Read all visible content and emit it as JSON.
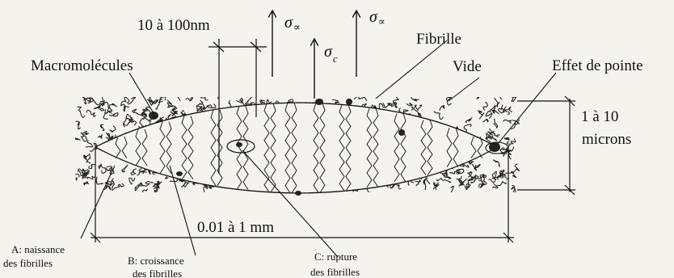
{
  "labels": {
    "gap": "10 à 100nm",
    "sigma_inf_1": "σ",
    "sigma_inf_1_sub": "∝",
    "sigma_inf_2": "σ",
    "sigma_inf_2_sub": "∝",
    "sigma_c": "σ",
    "sigma_c_sub": "c",
    "fibrille": "Fibrille",
    "macromolecules": "Macromolécules",
    "vide": "Vide",
    "effet": "Effet de pointe",
    "thickness_1": "1 à 10",
    "thickness_2": "microns",
    "length": "0.01 à 1 mm",
    "a_1": "A: naissance",
    "a_2": "des fibrilles",
    "b_1": "B: croissance",
    "b_2": "des fibrilles",
    "c_1": "C: rupture",
    "c_2": "des fibrilles"
  }
}
